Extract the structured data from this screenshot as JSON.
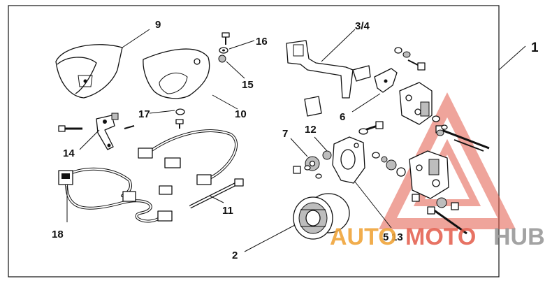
{
  "callouts": {
    "c1": "1",
    "c2": "2",
    "c34": "3/4",
    "c5": "5",
    "c6": "6",
    "c7": "7",
    "c9": "9",
    "c10": "10",
    "c11": "11",
    "c12": "12",
    "c13": "13",
    "c14": "14",
    "c15": "15",
    "c16": "16",
    "c17": "17",
    "c18": "18"
  },
  "watermark": {
    "part1": "AUTO",
    "part2": "MOTO",
    "part3": "HUB",
    "logo_color": "#e35b4a",
    "accent_color": "#f0a53a",
    "gray_color": "#9a9a9a"
  }
}
